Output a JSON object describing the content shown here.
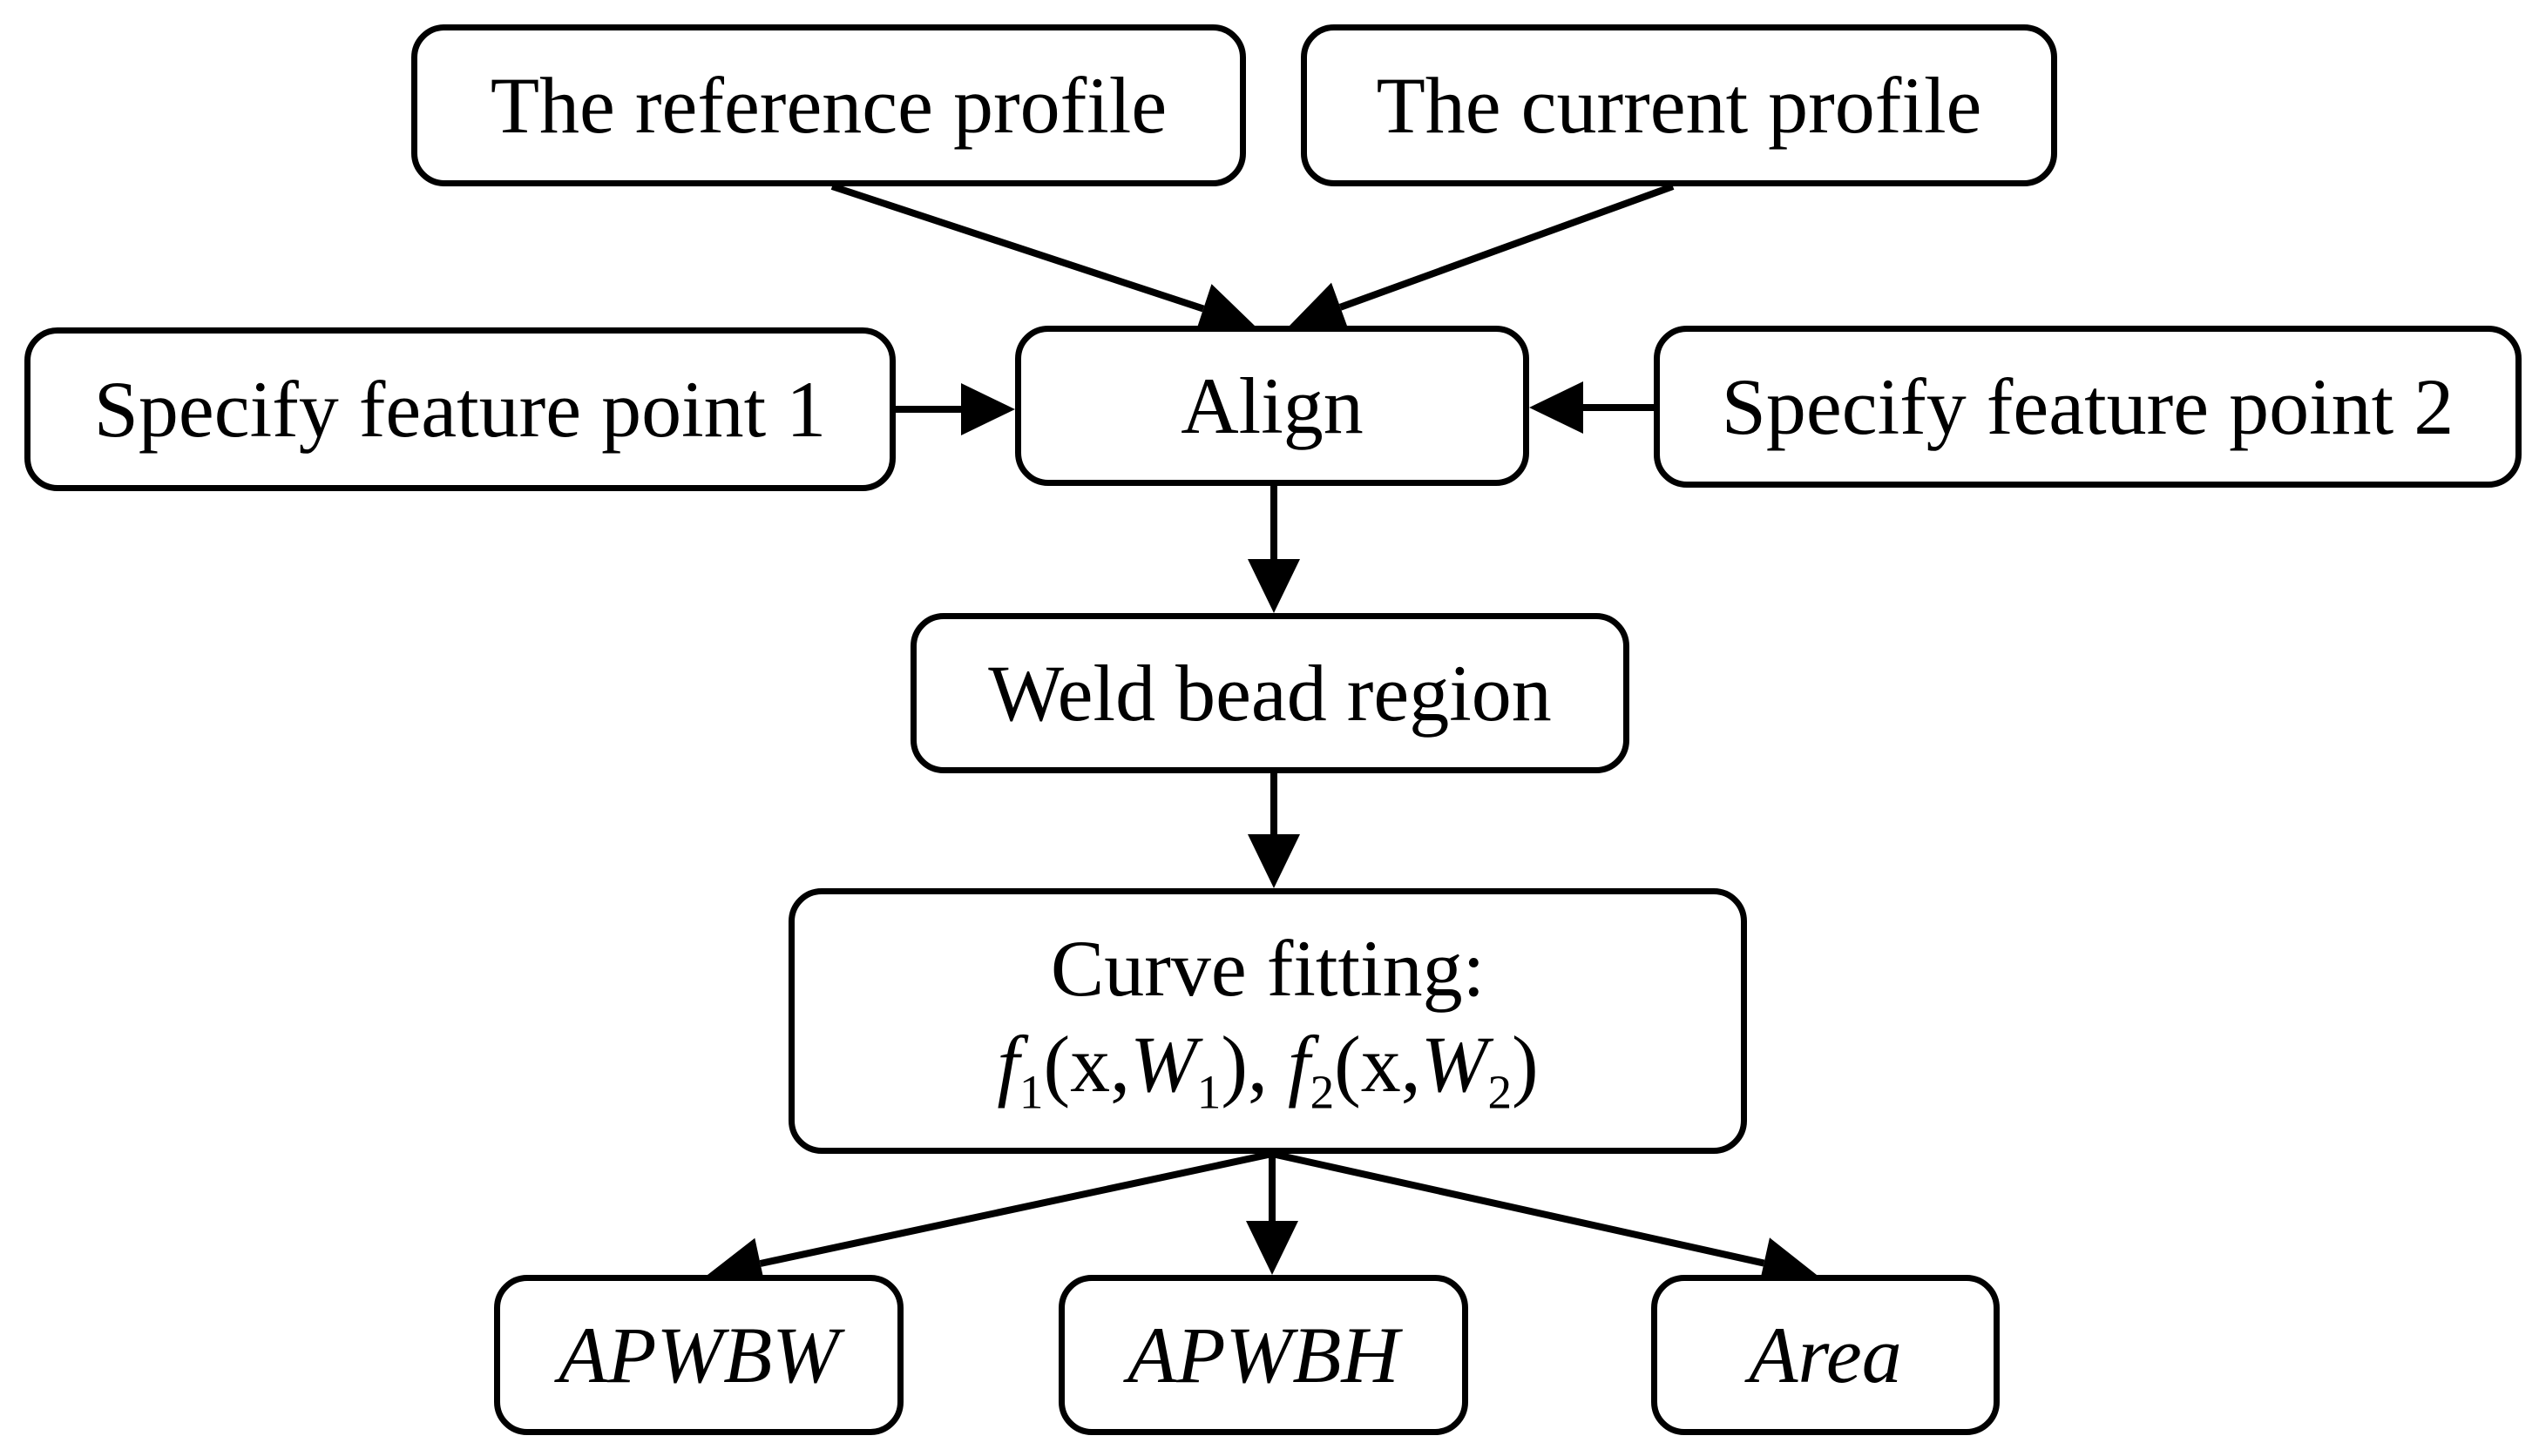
{
  "diagram": {
    "nodes": {
      "reference_profile": {
        "label": "The reference profile"
      },
      "current_profile": {
        "label": "The current profile"
      },
      "feature_point_1": {
        "label": "Specify feature point 1"
      },
      "align": {
        "label": "Align"
      },
      "feature_point_2": {
        "label": "Specify feature point 2"
      },
      "weld_bead_region": {
        "label": "Weld bead region"
      },
      "curve_fitting": {
        "label": "Curve fitting:",
        "formula": {
          "f": "f",
          "sub1": "1",
          "open1": "(x,",
          "w": "W",
          "wsub1": "1",
          "close1": "),",
          "sub2": "2",
          "open2": "(x,",
          "wsub2": "2",
          "close2": ")"
        }
      },
      "apwbw": {
        "label": "APWBW"
      },
      "apwbh": {
        "label": "APWBH"
      },
      "area": {
        "label": "Area"
      }
    },
    "edges": [
      {
        "from": "reference_profile",
        "to": "align"
      },
      {
        "from": "current_profile",
        "to": "align"
      },
      {
        "from": "feature_point_1",
        "to": "align"
      },
      {
        "from": "feature_point_2",
        "to": "align"
      },
      {
        "from": "align",
        "to": "weld_bead_region"
      },
      {
        "from": "weld_bead_region",
        "to": "curve_fitting"
      },
      {
        "from": "curve_fitting",
        "to": "apwbw"
      },
      {
        "from": "curve_fitting",
        "to": "apwbh"
      },
      {
        "from": "curve_fitting",
        "to": "area"
      }
    ]
  }
}
